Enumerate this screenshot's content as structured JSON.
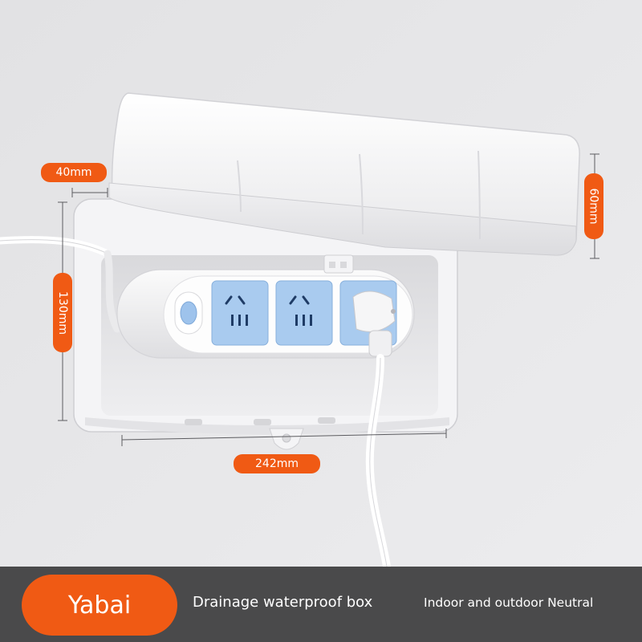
{
  "dimensions": {
    "depth_label": "40mm",
    "height_label": "130mm",
    "width_label": "242mm",
    "lid_label": "60mm"
  },
  "footer": {
    "brand": "Yabai",
    "product": "Drainage waterproof box",
    "tagline": "Indoor and outdoor Neutral"
  },
  "colors": {
    "accent": "#f05a14",
    "footer_bg": "#4a4a4b",
    "wall": "#e6e6e8",
    "socket_blue": "#9ec3ec"
  }
}
